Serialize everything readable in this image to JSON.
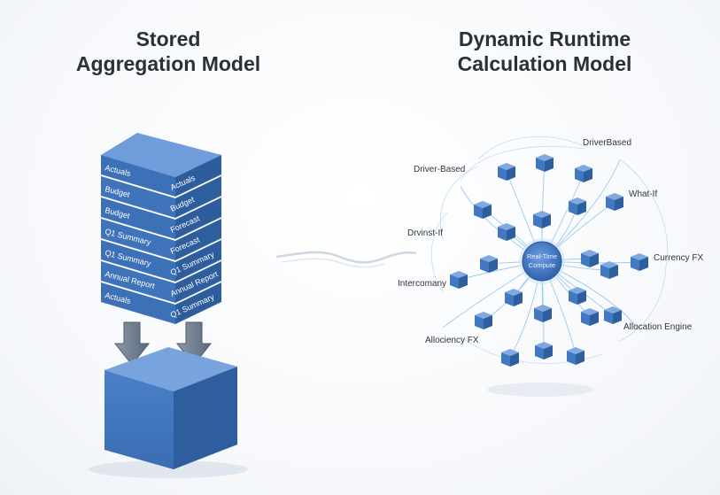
{
  "left": {
    "title_line1": "Stored",
    "title_line2": "Aggregation Model",
    "layers": [
      {
        "left_label": "Actuals",
        "right_label": "Actuals"
      },
      {
        "left_label": "Budget",
        "right_label": "Budget"
      },
      {
        "left_label": "Budget",
        "right_label": "Forecast"
      },
      {
        "left_label": "Q1 Summary",
        "right_label": "Forecast"
      },
      {
        "left_label": "Q1 Summary",
        "right_label": "Q1 Summary"
      },
      {
        "left_label": "Annual Report",
        "right_label": "Annual Report"
      },
      {
        "left_label": "Actuals",
        "right_label": "Q1 Summary"
      }
    ]
  },
  "right": {
    "title_line1": "Dynamic Runtime",
    "title_line2": "Calculation Model",
    "hub_line1": "Real-Time",
    "hub_line2": "Compute",
    "labels": {
      "driver_based_top": "DriverBased",
      "driver_based_left": "Driver-Based",
      "what_if": "What-If",
      "drivinst": "Drvinst-If",
      "currency_fx": "Currency FX",
      "intercomany": "Intercomany",
      "allocation_engine": "Allocation Engine",
      "allociency_fx": "Allociency FX"
    }
  },
  "colors": {
    "cube_top": "#6c9ad8",
    "cube_front": "#3f72b8",
    "cube_side": "#2f5e9e",
    "arrow": "#6b7c90",
    "link": "#8cc3ea",
    "wave": "#b8c4d4"
  }
}
